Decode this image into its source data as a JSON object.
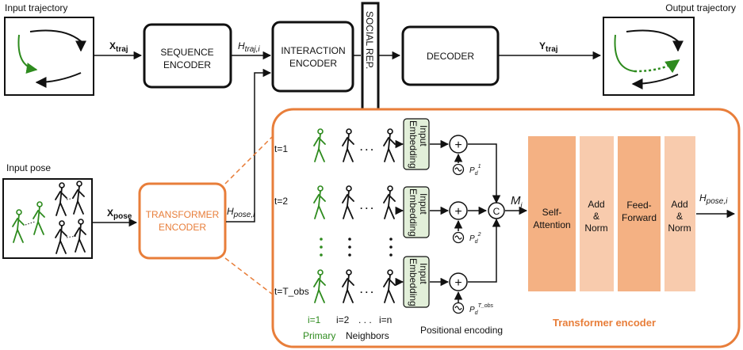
{
  "labels": {
    "input_trajectory": "Input trajectory",
    "output_trajectory": "Output trajectory",
    "input_pose": "Input pose",
    "x_traj": "X",
    "x_traj_sub": "traj",
    "x_pose": "X",
    "x_pose_sub": "pose",
    "h_traj": "H",
    "h_traj_sub": "traj,i",
    "h_pose": "H",
    "h_pose_sub": "pose,i",
    "h_pose_out": "H",
    "h_pose_out_sub": "pose,i",
    "y_traj": "Y",
    "y_traj_sub": "traj",
    "m_i": "M",
    "m_i_sub": "i"
  },
  "boxes": {
    "sequence_encoder": [
      "SEQUENCE",
      "ENCODER"
    ],
    "interaction_encoder": [
      "INTERACTION",
      "ENCODER"
    ],
    "social_rep": "SOCIAL REP.",
    "decoder": "DECODER",
    "transformer_encoder": [
      "TRANSFORMER",
      "ENCODER"
    ]
  },
  "detail": {
    "timesteps": [
      "t=1",
      "t=2",
      "t=T_obs"
    ],
    "input_embedding": [
      "Input",
      "Embedding"
    ],
    "plus": "+",
    "concat": "C",
    "pe_labels": [
      {
        "base": "P",
        "sub": "d",
        "sup": "1"
      },
      {
        "base": "P",
        "sub": "d",
        "sup": "2"
      },
      {
        "base": "P",
        "sub": "d",
        "sup": "T_obs"
      }
    ],
    "agent_indices": [
      "i=1",
      "i=2",
      "i=n"
    ],
    "ellipsis": ". . .",
    "vdots": ":",
    "primary": "Primary",
    "neighbors": "Neighbors",
    "positional_encoding": "Positional encoding",
    "self_attention": [
      "Self-",
      "Attention"
    ],
    "add_norm": [
      "Add",
      "&",
      "Norm"
    ],
    "feed_forward": [
      "Feed-",
      "Forward"
    ],
    "transformer_encoder_title": "Transformer encoder"
  },
  "colors": {
    "orange": "#e87e3a",
    "block_dark": "#f4b183",
    "block_light": "#f8cbad",
    "embed_fill": "#e2efd9",
    "green": "#2e8b1e",
    "black": "#111111"
  },
  "icons": [
    "arrow-icon",
    "plus-circle-icon",
    "concat-circle-icon",
    "sine-wave-icon",
    "skeleton-icon"
  ]
}
